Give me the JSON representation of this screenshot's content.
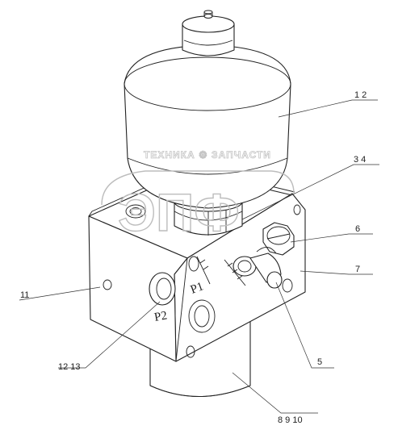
{
  "callouts": {
    "c1_2": "1  2",
    "c3_4": "3  4",
    "c6": "6",
    "c7": "7",
    "c11": "11",
    "c12_13": "12 13",
    "c5": "5",
    "c8_9_10": "8  9  10"
  },
  "ports": {
    "p1": "P1",
    "p2": "P2"
  },
  "watermark": {
    "top": "ТЕХНИКА  ⚙  ЗАПЧАСТИ",
    "big": "ЭПФ"
  }
}
